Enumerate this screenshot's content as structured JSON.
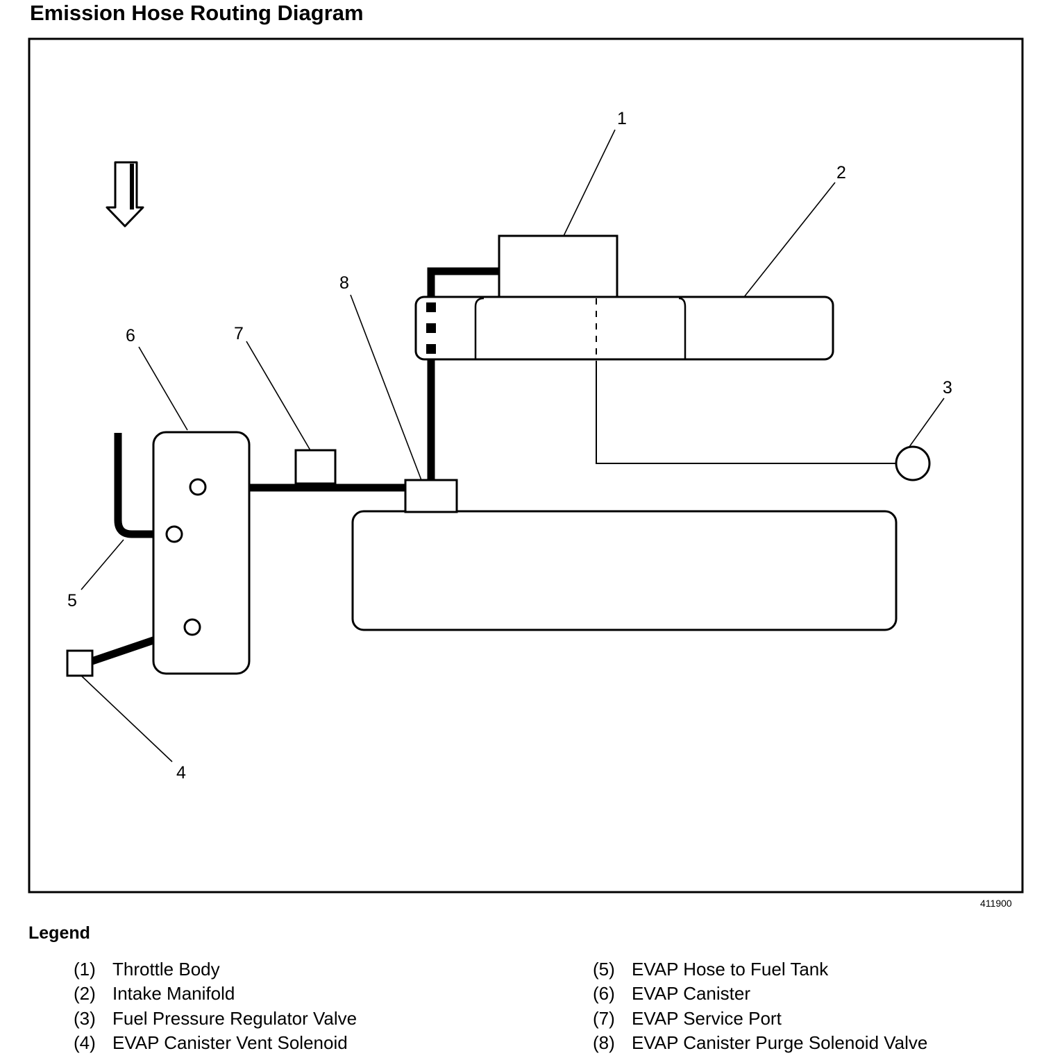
{
  "title": "Emission Hose Routing Diagram",
  "figure_id": "411900",
  "callouts": [
    "1",
    "2",
    "3",
    "4",
    "5",
    "6",
    "7",
    "8"
  ],
  "legend": {
    "title": "Legend",
    "items": [
      {
        "num": "(1)",
        "label": "Throttle Body"
      },
      {
        "num": "(2)",
        "label": "Intake Manifold"
      },
      {
        "num": "(3)",
        "label": "Fuel Pressure Regulator Valve"
      },
      {
        "num": "(4)",
        "label": "EVAP Canister Vent Solenoid"
      },
      {
        "num": "(5)",
        "label": "EVAP Hose to Fuel Tank"
      },
      {
        "num": "(6)",
        "label": "EVAP Canister"
      },
      {
        "num": "(7)",
        "label": "EVAP Service Port"
      },
      {
        "num": "(8)",
        "label": "EVAP Canister Purge Solenoid Valve"
      }
    ]
  }
}
